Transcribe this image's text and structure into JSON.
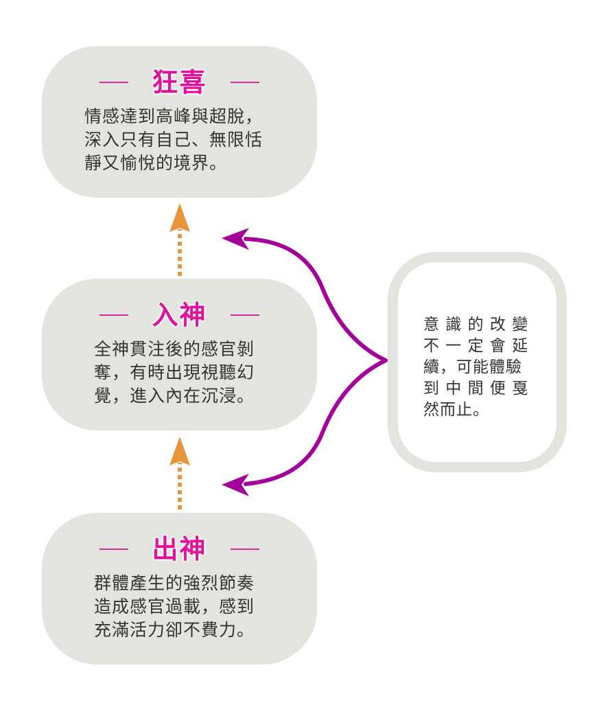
{
  "diagram": {
    "stages": [
      {
        "id": "ecstasy",
        "title": "狂喜",
        "description": "情感達到高峰與超脫，\n深入只有自己、無限恬\n靜又愉悅的境界。"
      },
      {
        "id": "absorption",
        "title": "入神",
        "description": "全神貫注後的感官剝\n奪，有時出現視聽幻\n覺，進入內在沉浸。"
      },
      {
        "id": "trance",
        "title": "出神",
        "description": "群體產生的強烈節奏\n造成感官過載，感到\n充滿活力卻不費力。"
      }
    ],
    "note": {
      "text": "意 識 的 改 變\n不 一 定 會 延\n續，可能體驗\n到 中 間 便 戛\n然而止。"
    },
    "arrows": {
      "progression": {
        "style": "dotted",
        "direction": "up",
        "color": "#e8953a",
        "connections": [
          "trance→absorption",
          "absorption→ecstasy"
        ]
      },
      "interruption": {
        "style": "curved-split",
        "color": "#a4009a",
        "from": "note",
        "to": [
          "ecstasy",
          "trance"
        ]
      }
    },
    "colors": {
      "box_fill": "#e4e4df",
      "title": "#e0109e",
      "title_dash": "#cf2a9e",
      "body_text": "#333333",
      "progress_arrow": "#e8953a",
      "note_arrow": "#a4009a"
    }
  }
}
